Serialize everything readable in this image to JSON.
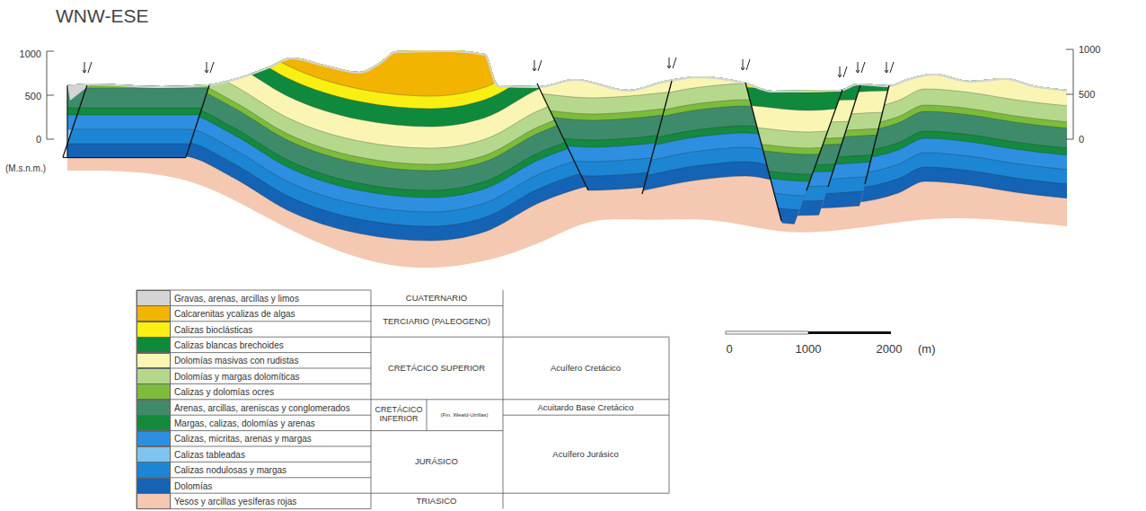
{
  "diagram": {
    "title": "WNW-ESE",
    "labels": [
      "1000",
      "500",
      "0",
      "(M.s.n.m.)",
      "1000",
      "500",
      "0",
      "0",
      "1000",
      "2000",
      "(m)",
      "CUATERNARIO",
      "TERCIARIO (PALEOGENO)",
      "CRETÁCICO SUPERIOR",
      "CRETÁCICO INFERIOR",
      "(Fm. Weald-Utrillas)",
      "JURÁSICO",
      "TRIASICO",
      "Acuífero Cretácico",
      "Acuitardo Base Cretácico",
      "Acuífero Jurásico"
    ],
    "legend": [
      {
        "text": "Gravas, arenas, arcillas y limos",
        "color": "#d4d4d4"
      },
      {
        "text": "Calcarenitas ycalizas de algas",
        "color": "#f2b400"
      },
      {
        "text": "Calizas bioclásticas",
        "color": "#f9ef12"
      },
      {
        "text": "Calizas blancas brechoides",
        "color": "#0f8a3c"
      },
      {
        "text": "Dolomías masivas con rudistas",
        "color": "#fbf5b4"
      },
      {
        "text": "Dolomías y margas dolomíticas",
        "color": "#b5d88c"
      },
      {
        "text": "Calizas y dolomías ocres",
        "color": "#7cbc3a"
      },
      {
        "text": "Arenas, arcillas, areniscas y conglomerados",
        "color": "#3e8b6c"
      },
      {
        "text": "Margas, calizas, dolomías y arenas",
        "color": "#138a3e"
      },
      {
        "text": "Calizas, micritas, arenas y margas",
        "color": "#2e8fe0"
      },
      {
        "text": "Calizas tableadas",
        "color": "#7fc4ef"
      },
      {
        "text": "Calizas nodulosas y margas",
        "color": "#1d86d4"
      },
      {
        "text": "Dolomías",
        "color": "#1463b5"
      },
      {
        "text": "Yesos y arcillas yesíferas rojas",
        "color": "#f5c8b2"
      }
    ]
  }
}
